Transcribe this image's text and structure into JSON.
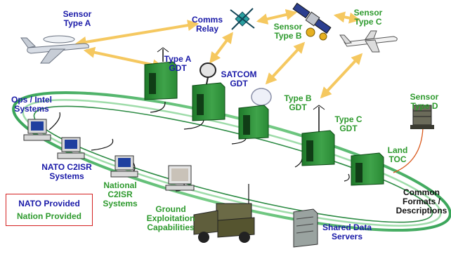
{
  "nodes": {
    "sensor_a": "Sensor\nType A",
    "comms_relay": "Comms\nRelay",
    "sensor_b": "Sensor\nType B",
    "sensor_c": "Sensor\nType C",
    "sensor_d": "Sensor\nType D",
    "type_a_gdt": "Type A\nGDT",
    "satcom_gdt": "SATCOM\nGDT",
    "type_b_gdt": "Type B\nGDT",
    "type_c_gdt": "Type C\nGDT",
    "land_toc": "Land\nTOC",
    "ops_intel": "Ops / Intel\nSystems",
    "nato_c2isr": "NATO C2ISR\nSystems",
    "national_c2isr": "National\nC2ISR\nSystems",
    "ground_exploitation": "Ground\nExploitation\nCapabilities",
    "common_formats": "Common\nFormats /\nDescriptions",
    "shared_data_servers": "Shared Data\nServers"
  },
  "legend": {
    "nato_provided": "NATO Provided",
    "nation_provided": "Nation Provided"
  },
  "colors": {
    "nato": "#1a1aa8",
    "nation": "#2e9a2e",
    "link": "#f5c860",
    "network_ring": "#3aa55a",
    "legend_border": "#d42020"
  }
}
